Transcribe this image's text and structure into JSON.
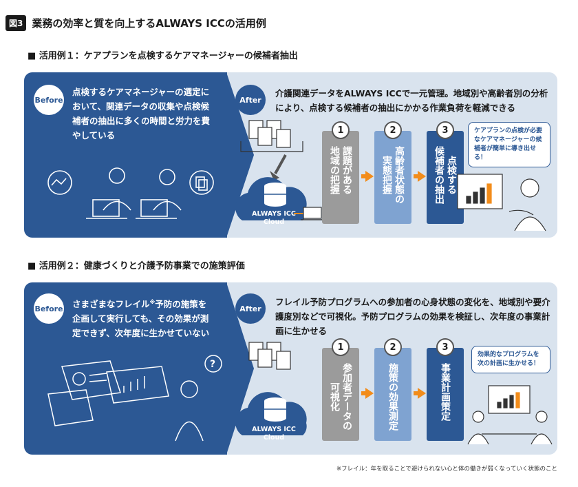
{
  "figure": {
    "badge": "図3",
    "title": "業務の効率と質を向上するALWAYS ICCの活用例"
  },
  "case1": {
    "heading": "■ 活用例１：ケアプランを点検するケアマネージャーの候補者抽出",
    "before_label": "Before",
    "before_text": "点検するケアマネージャーの選定において、関連データの収集や点検候補者の抽出に多くの時間と労力を費やしている",
    "after_label": "After",
    "after_text": "介護関連データをALWAYS ICCで一元管理。地域別や高齢者別の分析により、点検する候補者の抽出にかかる作業負荷を軽減できる",
    "cloud_label_1": "ALWAYS ICC",
    "cloud_label_2": "Cloud",
    "steps": [
      {
        "num": "1",
        "col1": "地域の把握",
        "col2": "課題がある"
      },
      {
        "num": "2",
        "col1": "実態把握",
        "col2": "高齢者状態の"
      },
      {
        "num": "3",
        "col1": "候補者の抽出",
        "col2": "点検する"
      }
    ],
    "bubble": "ケアプランの点検が必要なケアマネージャーの候補者が簡単に導き出せる！"
  },
  "case2": {
    "heading": "■ 活用例２：健康づくりと介護予防事業での施策評価",
    "before_label": "Before",
    "before_text_1": "さまざまなフレイル",
    "before_sup": "※",
    "before_text_2": "予防の施策を企画して実行しても、その効果が測定できず、次年度に生かせていない",
    "after_label": "After",
    "after_text": "フレイル予防プログラムへの参加者の心身状態の変化を、地域別や要介護度別などで可視化。予防プログラムの効果を検証し、次年度の事業計画に生かせる",
    "cloud_label_1": "ALWAYS ICC",
    "cloud_label_2": "Cloud",
    "steps": [
      {
        "num": "1",
        "col1": "可視化",
        "col2": "参加者データの"
      },
      {
        "num": "2",
        "col1": "施策の効果測定",
        "col2": ""
      },
      {
        "num": "3",
        "col1": "事業計画策定",
        "col2": ""
      }
    ],
    "bubble": "効果的なプログラムを次の計画に生かせる！"
  },
  "footnote": "※フレイル：年を取ることで避けられない心と体の働きが弱くなっていく状態のこと",
  "colors": {
    "navy": "#2c5894",
    "light_blue": "#7fa3d1",
    "gray": "#9b9b9b",
    "panel": "#d9e3ee",
    "orange": "#f28c1a"
  }
}
